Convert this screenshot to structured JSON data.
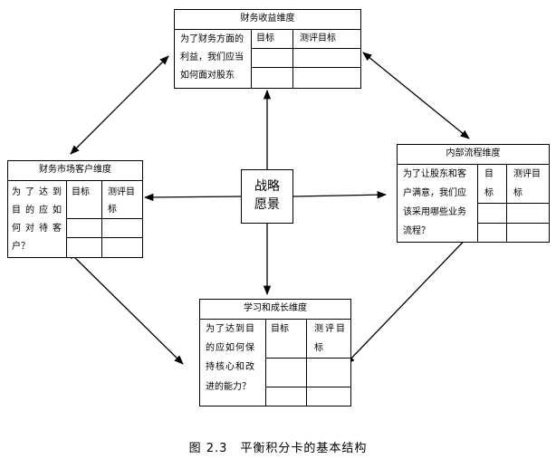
{
  "financial": {
    "title": "财务收益维度",
    "question_lines": [
      "为了财务方面的",
      "利益，我们应当",
      "如何面对股东"
    ],
    "col_goal": "目标",
    "col_eval": "测评目标"
  },
  "customer": {
    "title": "财务市场客户维度",
    "question_lines": [
      "为了达到",
      "目的应如",
      "何对待客",
      "户？"
    ],
    "col_goal": "目标",
    "col_eval_lines": [
      "测评目",
      "标"
    ]
  },
  "process": {
    "title": "内部流程维度",
    "question_lines": [
      "为了让股东和客",
      "户满意，我们应",
      "该采用哪些业务",
      "流程？"
    ],
    "col_goal_lines": [
      "目",
      "标"
    ],
    "col_eval_lines": [
      "测评目",
      "标"
    ]
  },
  "learning": {
    "title": "学习和成长维度",
    "question_lines": [
      "为了达到目",
      "的应如何保",
      "持核心和改",
      "进的能力？"
    ],
    "col_goal": "目标",
    "col_eval_lines": [
      "测评目",
      "标"
    ]
  },
  "center": {
    "lines": [
      "战略",
      "愿景"
    ]
  },
  "caption": "图 2.3　平衡积分卡的基本结构"
}
